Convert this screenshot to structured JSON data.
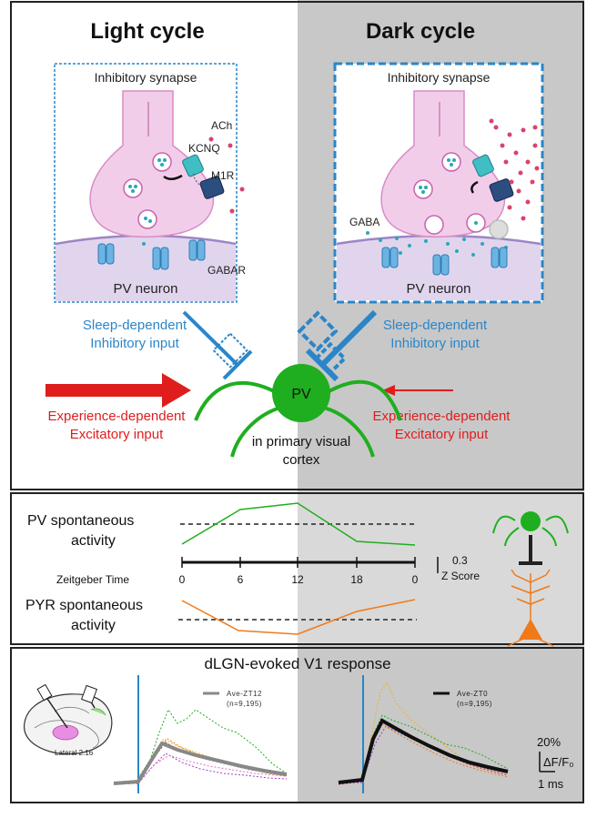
{
  "panel_top": {
    "light_title": "Light cycle",
    "dark_title": "Dark cycle",
    "light_synapse": {
      "title": "Inhibitory synapse",
      "ach": "ACh",
      "kcnq": "KCNQ",
      "m1r": "M1R",
      "gabar": "GABAR",
      "neuron": "PV neuron"
    },
    "dark_synapse": {
      "title": "Inhibitory synapse",
      "gaba": "GABA",
      "neuron": "PV neuron"
    },
    "sleep_left_1": "Sleep-dependent",
    "sleep_left_2": "Inhibitory input",
    "sleep_right_1": "Sleep-dependent",
    "sleep_right_2": "Inhibitory input",
    "exp_left_1": "Experience-dependent",
    "exp_left_2": "Excitatory input",
    "exp_right_1": "Experience-dependent",
    "exp_right_2": "Excitatory input",
    "pv_label": "PV",
    "cortex_1": "in primary visual",
    "cortex_2": "cortex"
  },
  "panel_mid": {
    "pv_label_1": "PV spontaneous",
    "pv_label_2": "activity",
    "pyr_label_1": "PYR spontaneous",
    "pyr_label_2": "activity",
    "axis_title": "Zeitgeber Time",
    "ticks": [
      "0",
      "6",
      "12",
      "18",
      "0"
    ],
    "scale_value": "0.3",
    "scale_unit": "Z Score"
  },
  "panel_bottom": {
    "title": "dLGN-evoked V1 response",
    "brain_label": "Lateral 2.16",
    "legend_left_name": "Ave-ZT12",
    "legend_left_n": "(n=9,195)",
    "legend_right_name": "Ave-ZT0",
    "legend_right_n": "(n=9,195)",
    "scale_pct": "20%",
    "scale_df": "ΔF/F₀",
    "scale_time": "1 ms"
  },
  "colors": {
    "blue": "#2a86c8",
    "red": "#e01d1d",
    "green": "#1fae1f",
    "orange": "#f07a1a",
    "dark_bg": "#c8c8c8",
    "synapse_pink": "#f2cdea"
  }
}
